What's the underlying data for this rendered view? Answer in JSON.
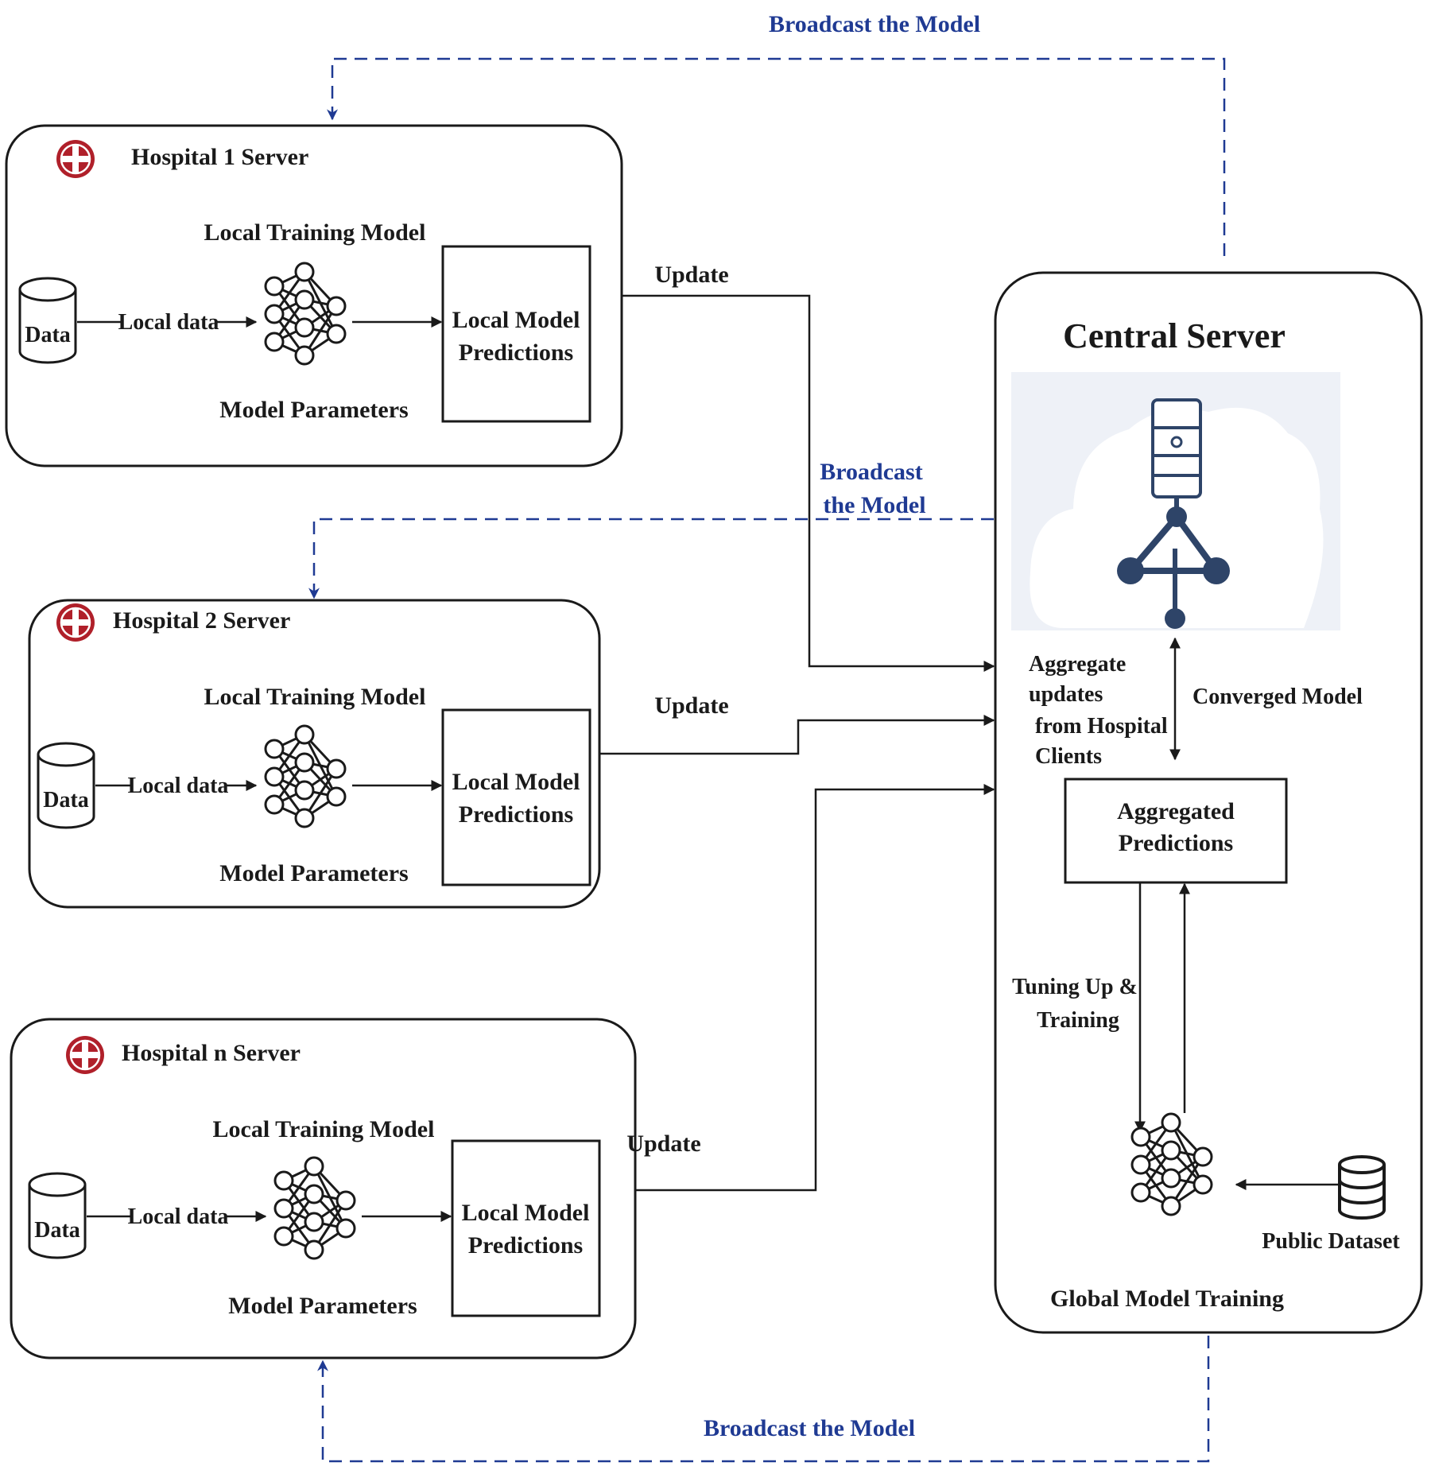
{
  "colors": {
    "line": "#1a1a1a",
    "broadcast": "#1f3a93",
    "hospital_icon": "#b0202a",
    "cloud_bg": "#eef1f7",
    "server_icon": "#2e4468"
  },
  "broadcast": {
    "top": "Broadcast the Model",
    "middle_line1": "Broadcast",
    "middle_line2": "the Model",
    "bottom": "Broadcast the Model"
  },
  "hospitals": [
    {
      "title": "Hospital 1 Server",
      "training_label": "Local Training Model",
      "data_label": "Data",
      "local_data_label": "Local data",
      "predictions_line1": "Local Model",
      "predictions_line2": "Predictions",
      "params_label": "Model Parameters",
      "update_label": "Update"
    },
    {
      "title": "Hospital 2 Server",
      "training_label": "Local Training Model",
      "data_label": "Data",
      "local_data_label": "Local data",
      "predictions_line1": "Local Model",
      "predictions_line2": "Predictions",
      "params_label": "Model Parameters",
      "update_label": "Update"
    },
    {
      "title": "Hospital n Server",
      "training_label": "Local Training Model",
      "data_label": "Data",
      "local_data_label": "Local data",
      "predictions_line1": "Local Model",
      "predictions_line2": "Predictions",
      "params_label": "Model Parameters",
      "update_label": "Update"
    }
  ],
  "central": {
    "title": "Central Server",
    "aggregate_lines": [
      "Aggregate",
      "updates",
      "from Hospital",
      "Clients"
    ],
    "converged_label": "Converged Model",
    "aggregated_line1": "Aggregated",
    "aggregated_line2": "Predictions",
    "tuning_line1": "Tuning Up &",
    "tuning_line2": "Training",
    "public_dataset_label": "Public Dataset",
    "global_training_label": "Global Model Training"
  }
}
